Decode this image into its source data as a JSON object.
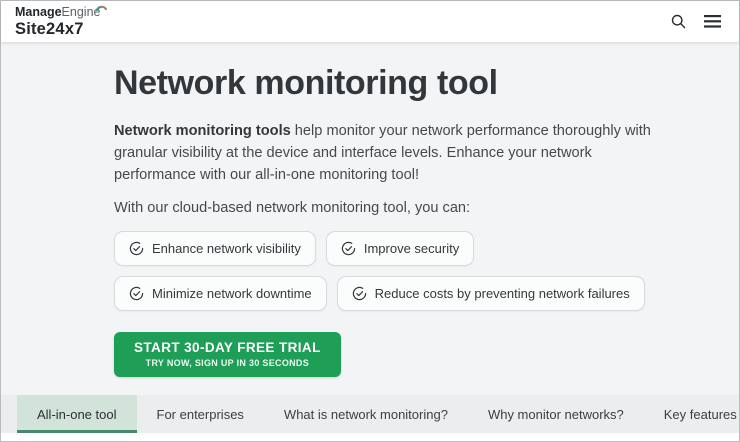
{
  "header": {
    "brand": {
      "name_part1": "Manage",
      "name_part2": "Engine",
      "product": "Site24x7"
    },
    "icons": {
      "search": "search-icon",
      "menu": "hamburger-menu-icon"
    }
  },
  "hero": {
    "title": "Network monitoring tool",
    "intro_bold": "Network monitoring tools",
    "intro_rest": " help monitor your network performance thoroughly with granular visibility at the device and interface levels. Enhance your network performance with our all-in-one monitoring tool!",
    "lead": "With our cloud-based network monitoring tool, you can:",
    "benefit_icon": "check-circle-icon",
    "benefits": [
      {
        "label": "Enhance network visibility"
      },
      {
        "label": "Improve security"
      },
      {
        "label": "Minimize network downtime"
      },
      {
        "label": "Reduce costs by preventing network failures"
      }
    ],
    "cta": {
      "line1": "START 30-DAY FREE TRIAL",
      "line2": "TRY NOW, SIGN UP IN 30 SECONDS"
    }
  },
  "tabs": {
    "active": "All-in-one tool",
    "items": [
      {
        "label": "All-in-one tool"
      },
      {
        "label": "For enterprises"
      },
      {
        "label": "What is network monitoring?"
      },
      {
        "label": "Why monitor networks?"
      },
      {
        "label": "Key features"
      }
    ]
  },
  "colors": {
    "accent_green": "#1f9e58",
    "tab_active_bg": "#d2e4da",
    "tab_active_underline": "#46896b",
    "hero_bg": "#f3f4f6",
    "heading": "#32373c"
  }
}
